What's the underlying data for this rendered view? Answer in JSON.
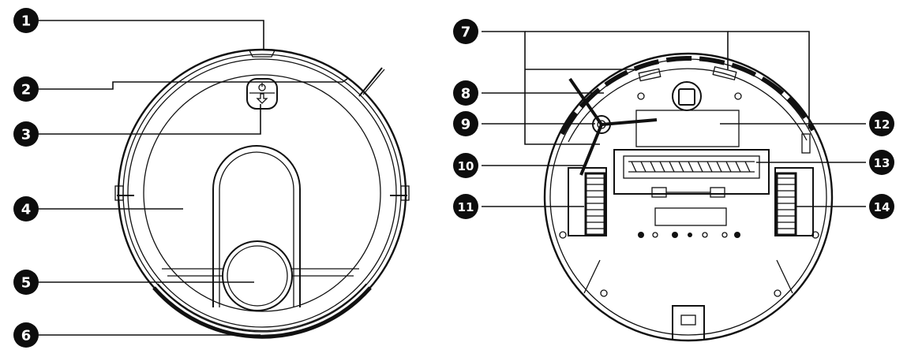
{
  "top_view": {
    "callouts": [
      {
        "id": "callout-1",
        "number": "1"
      },
      {
        "id": "callout-2",
        "number": "2"
      },
      {
        "id": "callout-3",
        "number": "3"
      },
      {
        "id": "callout-4",
        "number": "4"
      },
      {
        "id": "callout-5",
        "number": "5"
      },
      {
        "id": "callout-6",
        "number": "6"
      }
    ]
  },
  "bottom_view": {
    "callouts": [
      {
        "id": "callout-7",
        "number": "7"
      },
      {
        "id": "callout-8",
        "number": "8"
      },
      {
        "id": "callout-9",
        "number": "9"
      },
      {
        "id": "callout-10",
        "number": "10"
      },
      {
        "id": "callout-11",
        "number": "11"
      },
      {
        "id": "callout-12",
        "number": "12"
      },
      {
        "id": "callout-13",
        "number": "13"
      },
      {
        "id": "callout-14",
        "number": "14"
      }
    ]
  },
  "icons": [
    "robot-top-view-icon",
    "robot-bottom-view-icon",
    "power-button-icon",
    "home-button-icon"
  ]
}
